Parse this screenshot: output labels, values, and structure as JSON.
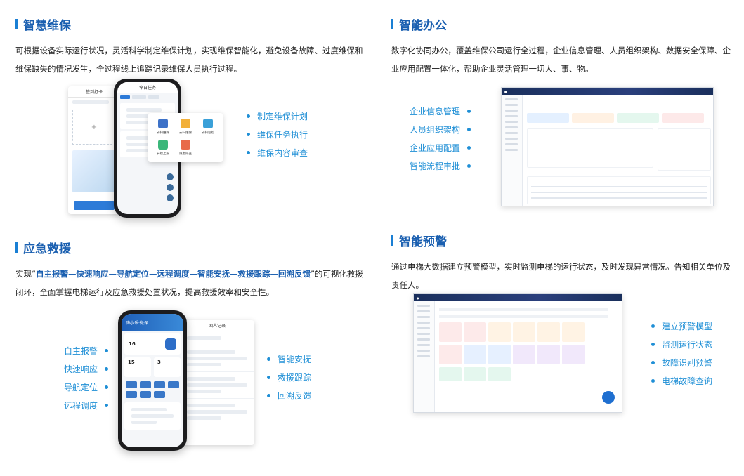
{
  "sections": {
    "maintenance": {
      "title": "智慧维保",
      "desc": "可根据设备实际运行状况，灵活科学制定维保计划，实现维保智能化，避免设备故障、过度维保和维保缺失的情况发生，全过程线上追踪记录维保人员执行过程。",
      "features": [
        "制定维保计划",
        "维保任务执行",
        "维保内容审查"
      ]
    },
    "office": {
      "title": "智能办公",
      "desc": "数字化协同办公，覆盖维保公司运行全过程，企业信息管理、人员组织架构、数据安全保障、企业应用配置一体化，帮助企业灵活管理一切人、事、物。",
      "features": [
        "企业信息管理",
        "人员组织架构",
        "企业应用配置",
        "智能流程审批"
      ]
    },
    "rescue": {
      "title": "应急救援",
      "desc_prefix": "实现“",
      "desc_highlight": "自主报警—快速响应—导航定位—远程调度—智能安抚—救援跟踪—回溯反馈",
      "desc_suffix": "”的可视化救援闭环，全面掌握电梯运行及应急救援处置状况，提高救援效率和安全性。",
      "features_left": [
        "自主报警",
        "快速响应",
        "导航定位",
        "远程调度"
      ],
      "features_right": [
        "智能安抚",
        "救援跟踪",
        "回溯反馈"
      ]
    },
    "warning": {
      "title": "智能预警",
      "desc": "通过电梯大数据建立预警模型，实时监测电梯的运行状态，及时发现异常情况。告知相关单位及责任人。",
      "features": [
        "建立预警模型",
        "监测运行状态",
        "故障识别预警",
        "电梯故障查询"
      ]
    }
  },
  "mockups": {
    "maint_back_title": "签到打卡",
    "maint_front_title": "今日任务",
    "maint_popup": [
      "去扫维保",
      "去扫维保",
      "去扫巡检",
      "安检上报",
      "隐患排查"
    ],
    "rescue_front_title": "嗨小乐·微保",
    "rescue_back_title": "困人记录",
    "rescue_stats": [
      "16",
      "15",
      "3"
    ]
  }
}
